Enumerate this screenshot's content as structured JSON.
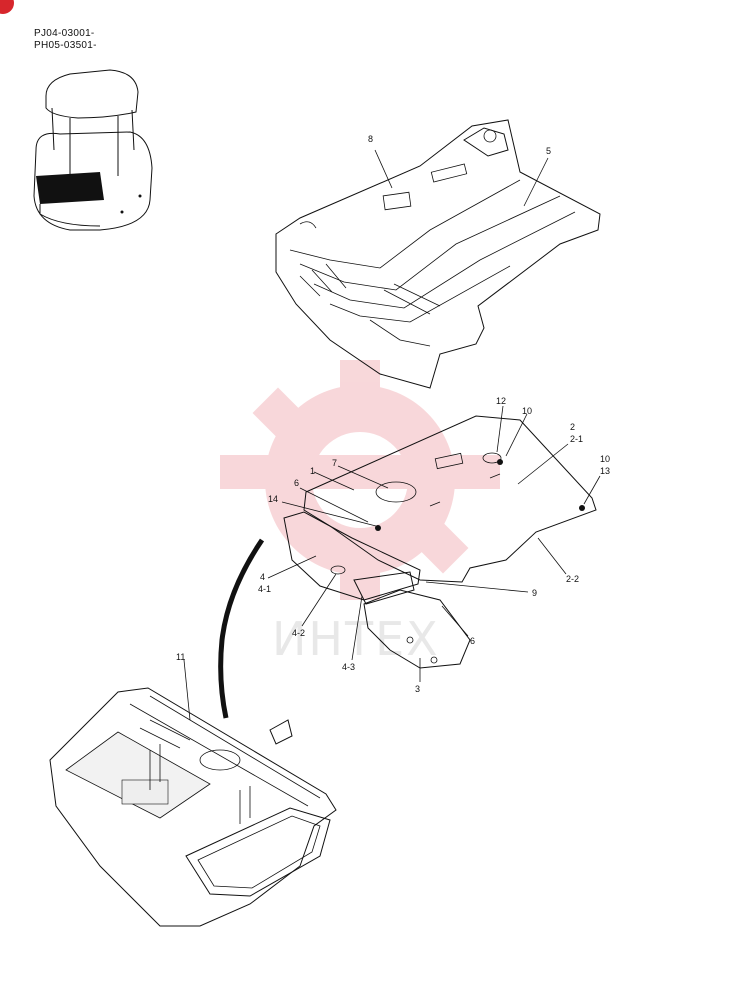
{
  "serials": [
    "PJ04-03001-",
    "PH05-03501-"
  ],
  "watermark": {
    "text": "ИНТЕХ",
    "gear_color": "#f3b8bc"
  },
  "accent_color": "#d7262c",
  "callouts": {
    "c1": "1",
    "c2": "2",
    "c2_1": "2-1",
    "c2_2": "2-2",
    "c3": "3",
    "c4": "4",
    "c4_1": "4-1",
    "c4_2": "4-2",
    "c4_3": "4-3",
    "c5": "5",
    "c6a": "6",
    "c6b": "6",
    "c7": "7",
    "c8": "8",
    "c9": "9",
    "c10a": "10",
    "c10b": "10",
    "c11": "11",
    "c12": "12",
    "c13": "13",
    "c14": "14"
  }
}
